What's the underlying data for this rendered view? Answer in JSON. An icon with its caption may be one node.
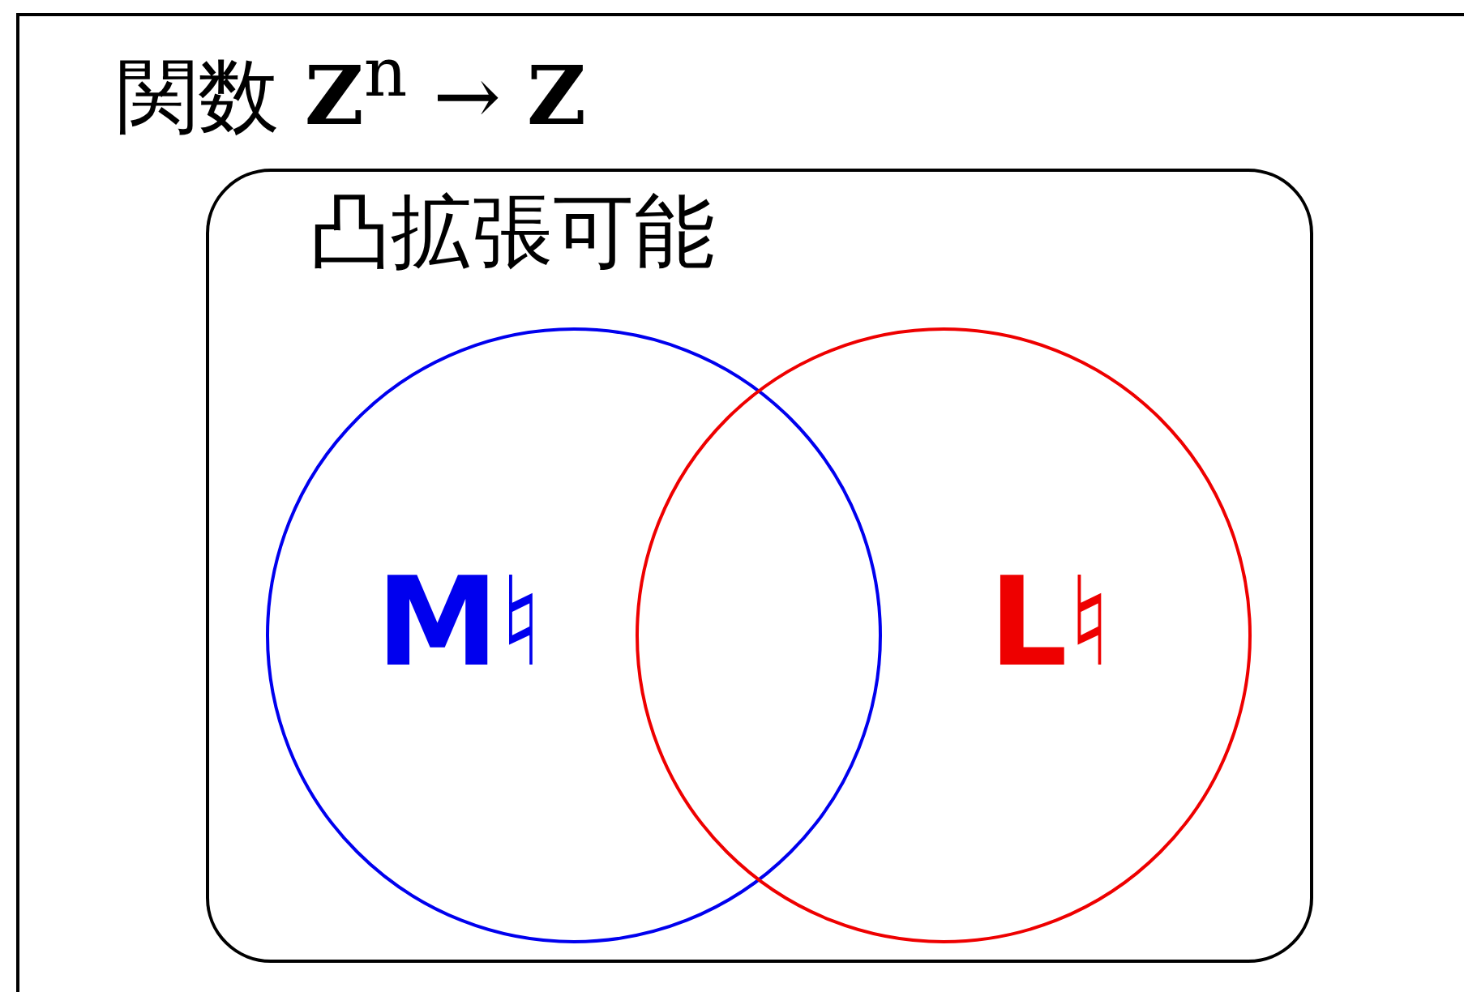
{
  "diagram": {
    "nodes": [
      {
        "text": [
          "関数 **Z**$^{n}$ → **Z**"
        ]
      },
      {
        "text": [
          "凸拡張可能"
        ],
        "in": 0
      },
      {
        "text": [
          "M♮"
        ],
        "in": 1
      },
      {
        "text": [
          "L♮"
        ],
        "in": 1
      }
    ]
  }
}
